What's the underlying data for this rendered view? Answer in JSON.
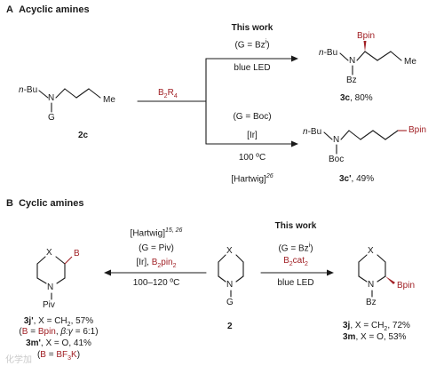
{
  "sectionA": {
    "letter": "A",
    "title": "Acyclic amines",
    "reactant": {
      "n_bu": "n-Bu",
      "n": "N",
      "g": "G",
      "me": "Me",
      "id": "2c"
    },
    "reagent": {
      "b": "B",
      "sub2": "2",
      "r": "R",
      "sub4": "4"
    },
    "upper": {
      "heading": "This work",
      "cond1_pre": "(G = Bz",
      "cond1_sup": "i",
      "cond1_post": ")",
      "cond2": "blue LED"
    },
    "lower": {
      "cond1": "(G = Boc)",
      "cond2": "[Ir]",
      "cond3": "100 ºC",
      "cond4": "[Hartwig]",
      "ref": "26"
    },
    "product_3c": {
      "n_bu": "n-Bu",
      "n": "N",
      "bz": "Bz",
      "me": "Me",
      "bpin": "Bpin",
      "label": "3c",
      "yield": ", 80%"
    },
    "product_3c_prime": {
      "n_bu": "n-Bu",
      "n": "N",
      "boc": "Boc",
      "bpin": "Bpin",
      "label": "3c'",
      "yield": ", 49%"
    }
  },
  "sectionB": {
    "letter": "B",
    "title": "Cyclic amines",
    "center": {
      "x": "X",
      "n": "N",
      "g": "G",
      "id": "2"
    },
    "left_cond": {
      "ref_pre": "[Hartwig]",
      "ref": "15, 26",
      "cond1": "(G = Piv)",
      "ir": "[Ir], ",
      "b2pin2": "B",
      "s2a": "2",
      "pin": "pin",
      "s2b": "2",
      "temp": "100–120 ºC"
    },
    "right_cond": {
      "heading": "This work",
      "cond1_pre": "(G = Bz",
      "cond1_sup": "i",
      "cond1_post": ")",
      "b2cat2": "B",
      "s2a": "2",
      "cat": "cat",
      "s2b": "2",
      "led": "blue LED"
    },
    "left_product": {
      "x": "X",
      "b": "B",
      "n": "N",
      "piv": "Piv",
      "line1_label": "3j'",
      "line1_text": ", X = CH",
      "line1_sub": "2",
      "line1_end": ", 57%",
      "line2_open": "(",
      "line2_b": "B",
      "line2_eq": " = ",
      "line2_bpin": "Bpin",
      "line2_sep": ", ",
      "line2_ratio": "β:γ",
      "line2_val": " = 6:1)",
      "line3_label": "3m'",
      "line3_text": ", X = O, 41%",
      "line4_open": "(",
      "line4_b": "B",
      "line4_eq": " = ",
      "line4_bf": "BF",
      "line4_sub": "3",
      "line4_k": "K",
      "line4_close": ")"
    },
    "right_product": {
      "x": "X",
      "n": "N",
      "bz": "Bz",
      "bpin": "Bpin",
      "line1_label": "3j",
      "line1_text": ", X = CH",
      "line1_sub": "2",
      "line1_end": ", 72%",
      "line2_label": "3m",
      "line2_text": ", X = O, 53%"
    }
  },
  "watermark": "化学加"
}
